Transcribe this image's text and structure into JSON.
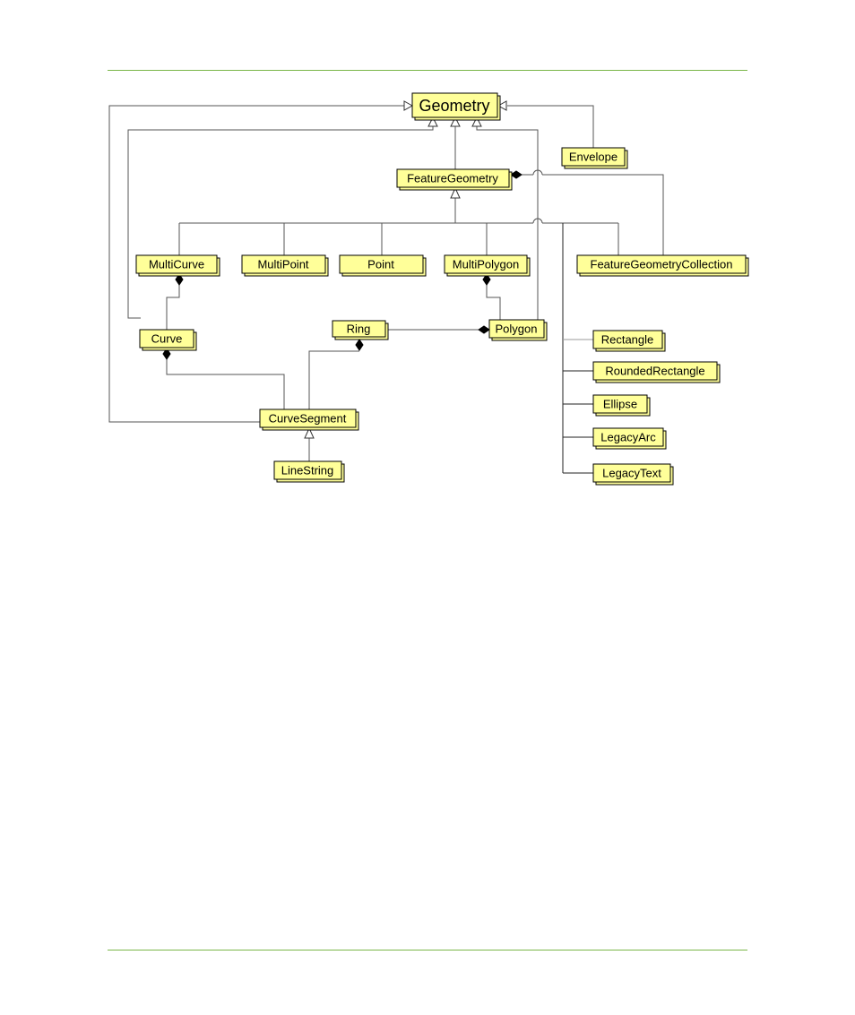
{
  "classes": {
    "geometry": "Geometry",
    "envelope": "Envelope",
    "feature_geometry": "FeatureGeometry",
    "multi_curve": "MultiCurve",
    "multi_point": "MultiPoint",
    "point": "Point",
    "multi_polygon": "MultiPolygon",
    "feature_geometry_collection": "FeatureGeometryCollection",
    "curve": "Curve",
    "ring": "Ring",
    "polygon": "Polygon",
    "rectangle": "Rectangle",
    "rounded_rectangle": "RoundedRectangle",
    "ellipse": "Ellipse",
    "legacy_arc": "LegacyArc",
    "legacy_text": "LegacyText",
    "curve_segment": "CurveSegment",
    "line_string": "LineString"
  },
  "colors": {
    "box_fill": "#ffff99",
    "rule": "#7ab648"
  }
}
